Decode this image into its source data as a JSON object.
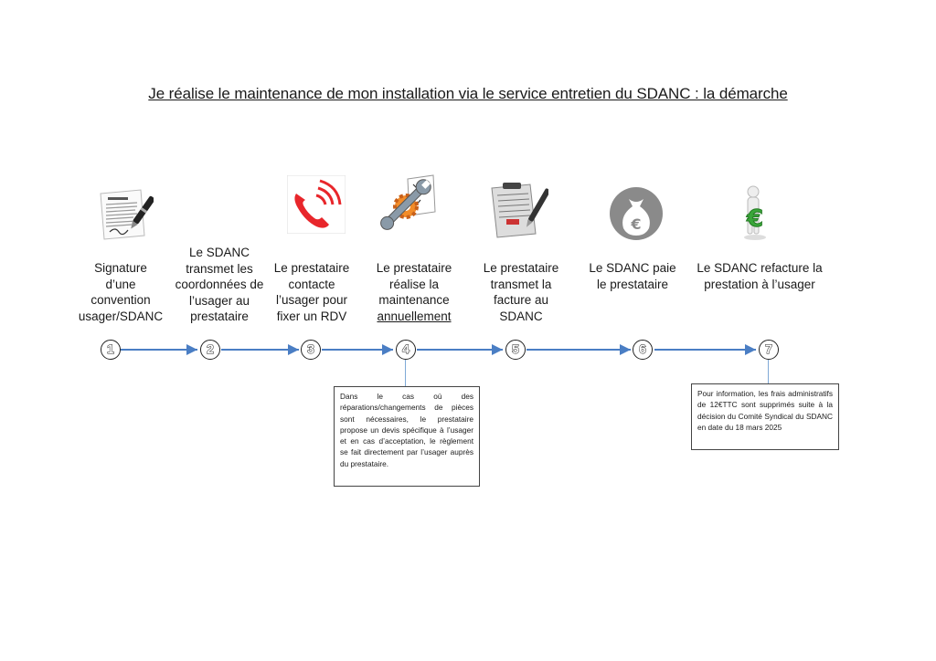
{
  "title": "Je réalise le maintenance de mon installation via le service entretien du SDANC : la démarche",
  "steps": [
    {
      "number": "1",
      "icon": "contract-signature-icon",
      "lines": [
        "Signature",
        "d’une",
        "convention",
        "usager/SDANC"
      ]
    },
    {
      "number": "2",
      "icon": null,
      "lines": [
        "Le SDANC",
        "transmet les",
        "coordonnées de",
        "l’usager au",
        "prestataire"
      ]
    },
    {
      "number": "3",
      "icon": "phone-ringing-icon",
      "lines": [
        "Le prestataire",
        "contacte",
        "l’usager pour",
        "fixer un RDV"
      ]
    },
    {
      "number": "4",
      "icon": "wrench-gear-checklist-icon",
      "lines": [
        "Le prestataire",
        "réalise la",
        "maintenance"
      ],
      "underlined_line": "annuellement"
    },
    {
      "number": "5",
      "icon": "invoice-clipboard-icon",
      "lines": [
        "Le prestataire",
        "transmet la",
        "facture au",
        "SDANC"
      ]
    },
    {
      "number": "6",
      "icon": "euro-money-bag-icon",
      "lines": [
        "Le SDANC paie",
        "le prestataire"
      ]
    },
    {
      "number": "7",
      "icon": "person-with-euro-icon",
      "lines": [
        "Le SDANC refacture la",
        "prestation à l’usager"
      ]
    }
  ],
  "notes": {
    "step4": "Dans le cas où des réparations/changements de pièces sont nécessaires, le prestataire propose un devis spécifique à l’usager et en cas d’acceptation, le règlement se fait directement par l’usager auprès du prestataire.",
    "step7": "Pour information, les frais administratifs de 12€TTC sont supprimés suite à la décision du Comité Syndical du SDANC en date du 18 mars 2025"
  },
  "colors": {
    "timeline": "#4a7ec4",
    "phone_red": "#e8262b",
    "euro_green": "#3aa63a"
  }
}
